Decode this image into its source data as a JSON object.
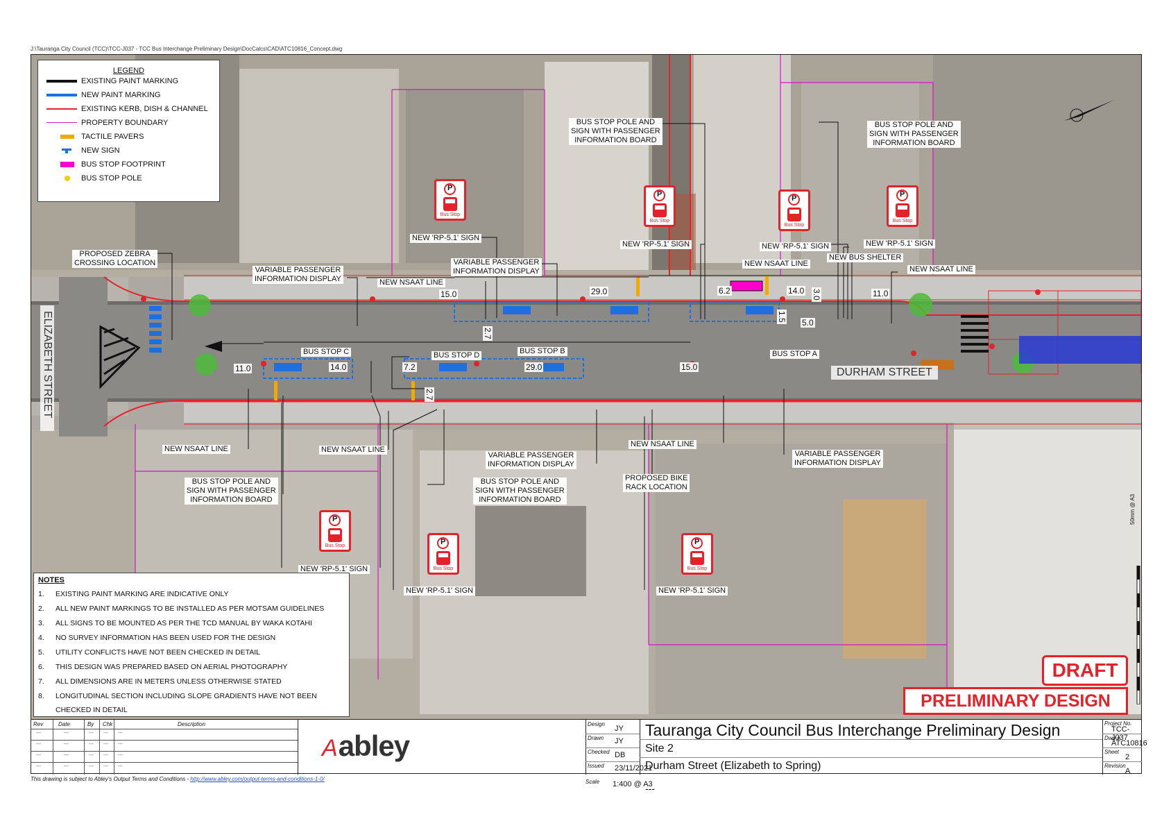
{
  "file_path": "J:\\Tauranga City Council (TCC)\\TCC-J037 - TCC Bus Interchange Preliminary Design\\DocCalcs\\CAD\\ATC10816_Concept.dwg",
  "legend": {
    "title": "LEGEND",
    "items": [
      {
        "label": "EXISTING PAINT MARKING",
        "color": "#111111",
        "symbol": "thick-line"
      },
      {
        "label": "NEW PAINT MARKING",
        "color": "#1f6fe0",
        "symbol": "thick-line"
      },
      {
        "label": "EXISTING KERB, DISH & CHANNEL",
        "color": "#e3222a",
        "symbol": "thin-line"
      },
      {
        "label": "PROPERTY BOUNDARY",
        "color": "#d417c8",
        "symbol": "thin-line"
      },
      {
        "label": "TACTILE PAVERS",
        "color": "#f2a900",
        "symbol": "thick-line"
      },
      {
        "label": "NEW SIGN",
        "color": "#1f6fe0",
        "symbol": "sign"
      },
      {
        "label": "BUS STOP FOOTPRINT",
        "color": "#ff00cc",
        "symbol": "block"
      },
      {
        "label": "BUS STOP POLE",
        "color": "#f2d000",
        "symbol": "dot"
      }
    ]
  },
  "street_names": {
    "elizabeth": "ELIZABETH STREET",
    "durham": "DURHAM STREET"
  },
  "sign_caption": "Bus Stop",
  "sign_letter": "P",
  "callouts": {
    "zebra": "PROPOSED ZEBRA\nCROSSING LOCATION",
    "vpid_1": "VARIABLE PASSENGER\nINFORMATION DISPLAY",
    "vpid_2": "VARIABLE PASSENGER\nINFORMATION DISPLAY",
    "vpid_3": "VARIABLE PASSENGER\nINFORMATION DISPLAY",
    "vpid_4": "VARIABLE PASSENGER\nINFORMATION DISPLAY",
    "rp_top_1": "NEW 'RP-5.1' SIGN",
    "rp_top_2": "NEW 'RP-5.1' SIGN",
    "rp_top_3": "NEW 'RP-5.1' SIGN",
    "rp_top_4": "NEW 'RP-5.1' SIGN",
    "rp_bot_1": "NEW 'RP-5.1' SIGN",
    "rp_bot_2": "NEW 'RP-5.1' SIGN",
    "rp_bot_3": "NEW 'RP-5.1' SIGN",
    "nsaat_1": "NEW NSAAT LINE",
    "nsaat_2": "NEW NSAAT LINE",
    "nsaat_3": "NEW NSAAT LINE",
    "nsaat_4": "NEW NSAAT LINE",
    "nsaat_5": "NEW NSAAT LINE",
    "nsaat_6": "NEW NSAAT LINE",
    "pole_top_1": "BUS STOP POLE AND\nSIGN WITH PASSENGER\nINFORMATION BOARD",
    "pole_top_2": "BUS STOP POLE AND\nSIGN WITH PASSENGER\nINFORMATION BOARD",
    "pole_bot_1": "BUS STOP POLE AND\nSIGN WITH PASSENGER\nINFORMATION BOARD",
    "pole_bot_2": "BUS STOP POLE AND\nSIGN WITH PASSENGER\nINFORMATION BOARD",
    "shelter": "NEW BUS SHELTER",
    "bike": "PROPOSED BIKE\nRACK LOCATION",
    "stop_a": "BUS STOP A",
    "stop_b": "BUS STOP B",
    "stop_c": "BUS STOP C",
    "stop_d": "BUS STOP D"
  },
  "dimensions": {
    "top_15": "15.0",
    "top_29": "29.0",
    "top_6_2": "6.2",
    "top_14": "14.0",
    "top_3": "3.0",
    "top_11": "11.0",
    "top_1_5": "1.5",
    "top_5": "5.0",
    "top_2_7": "2.7",
    "bot_11": "11.0",
    "bot_14": "14.0",
    "bot_7_2": "7.2",
    "bot_29": "29.0",
    "bot_15": "15.0",
    "bot_2_7": "2.7"
  },
  "notes": {
    "title": "NOTES",
    "items": [
      {
        "n": "1.",
        "text": "EXISTING PAINT MARKING ARE INDICATIVE ONLY"
      },
      {
        "n": "2.",
        "text": "ALL NEW PAINT MARKINGS TO BE INSTALLED AS PER MOTSAM GUIDELINES"
      },
      {
        "n": "3.",
        "text": "ALL SIGNS TO BE MOUNTED AS PER THE TCD MANUAL BY WAKA KOTAHI"
      },
      {
        "n": "4.",
        "text": "NO SURVEY INFORMATION HAS BEEN USED FOR THE DESIGN"
      },
      {
        "n": "5.",
        "text": "UTILITY CONFLICTS HAVE NOT BEEN CHECKED IN DETAIL"
      },
      {
        "n": "6.",
        "text": "THIS DESIGN WAS PREPARED BASED ON AERIAL PHOTOGRAPHY"
      },
      {
        "n": "7.",
        "text": "ALL DIMENSIONS ARE IN METERS UNLESS OTHERWISE STATED"
      },
      {
        "n": "8.",
        "text": "LONGITUDINAL SECTION INCLUDING SLOPE GRADIENTS HAVE NOT BEEN"
      },
      {
        "n": "",
        "text": "CHECKED IN DETAIL"
      }
    ]
  },
  "stamps": {
    "draft": "DRAFT",
    "preliminary": "PRELIMINARY DESIGN"
  },
  "scale_bar_label": "50mm @ A3",
  "title_block": {
    "rev_headers": {
      "rev": "Rev",
      "date": "Date",
      "by": "By",
      "chk": "Chk",
      "desc": "Description"
    },
    "rev_placeholder": "---",
    "logo_text": "abley",
    "logo_mark": "A",
    "labels": {
      "design": "Design",
      "drawn": "Drawn",
      "checked": "Checked",
      "issued": "Issued",
      "scale": "Scale"
    },
    "values": {
      "design": "JY",
      "drawn": "JY",
      "checked": "DB",
      "issued": "23/11/2021",
      "scale": "1:400 @ A3"
    },
    "title": "Tauranga City Council Bus Interchange Preliminary Design",
    "site": "Site 2",
    "location": "Durham Street (Elizabeth to Spring)",
    "extra": "---",
    "project_label": "Project No.",
    "project_no": "TCC-J037",
    "dwg_label": "Dwg #",
    "dwg_no": "ATC10816",
    "sheet_label": "Sheet",
    "sheet_no": "2",
    "revision_label": "Revision",
    "revision": "A"
  },
  "footer": {
    "text": "This drawing is subject to Abley's Output Terms and Conditions - ",
    "link": "http://www.abley.com/output-terms-and-conditions-1-0/"
  },
  "colors": {
    "kerb": "#e3222a",
    "property": "#d417c8",
    "new_paint": "#1f6fe0",
    "tactile": "#f2a900",
    "footprint": "#ff00cc",
    "pole": "#f2d000",
    "tree": "#4cbb3a"
  }
}
